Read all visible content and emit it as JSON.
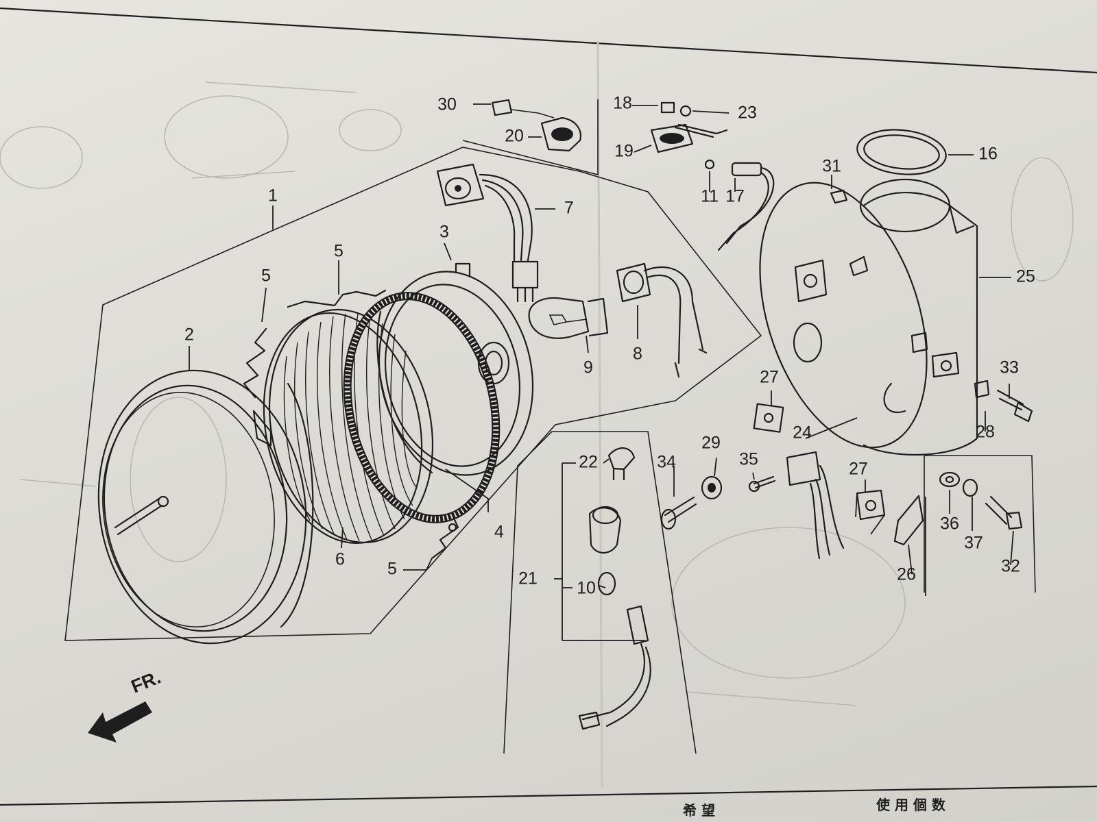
{
  "direction_label": "FR.",
  "callouts": [
    {
      "id": "1",
      "text": "1"
    },
    {
      "id": "2",
      "text": "2"
    },
    {
      "id": "3",
      "text": "3"
    },
    {
      "id": "4",
      "text": "4"
    },
    {
      "id": "5a",
      "text": "5"
    },
    {
      "id": "5b",
      "text": "5"
    },
    {
      "id": "5c",
      "text": "5"
    },
    {
      "id": "6",
      "text": "6"
    },
    {
      "id": "7",
      "text": "7"
    },
    {
      "id": "8",
      "text": "8"
    },
    {
      "id": "9",
      "text": "9"
    },
    {
      "id": "10",
      "text": "10"
    },
    {
      "id": "11",
      "text": "11"
    },
    {
      "id": "16",
      "text": "16"
    },
    {
      "id": "17",
      "text": "17"
    },
    {
      "id": "18",
      "text": "18"
    },
    {
      "id": "19",
      "text": "19"
    },
    {
      "id": "20",
      "text": "20"
    },
    {
      "id": "21",
      "text": "21"
    },
    {
      "id": "22",
      "text": "22"
    },
    {
      "id": "23",
      "text": "23"
    },
    {
      "id": "24",
      "text": "24"
    },
    {
      "id": "25",
      "text": "25"
    },
    {
      "id": "26",
      "text": "26"
    },
    {
      "id": "27a",
      "text": "27"
    },
    {
      "id": "27b",
      "text": "27"
    },
    {
      "id": "28",
      "text": "28"
    },
    {
      "id": "29",
      "text": "29"
    },
    {
      "id": "30",
      "text": "30"
    },
    {
      "id": "31",
      "text": "31"
    },
    {
      "id": "32",
      "text": "32"
    },
    {
      "id": "33",
      "text": "33"
    },
    {
      "id": "34",
      "text": "34"
    },
    {
      "id": "35",
      "text": "35"
    },
    {
      "id": "36",
      "text": "36"
    },
    {
      "id": "37",
      "text": "37"
    }
  ],
  "footer": {
    "col_a": "希 望",
    "col_b": "使 用 個 数"
  }
}
